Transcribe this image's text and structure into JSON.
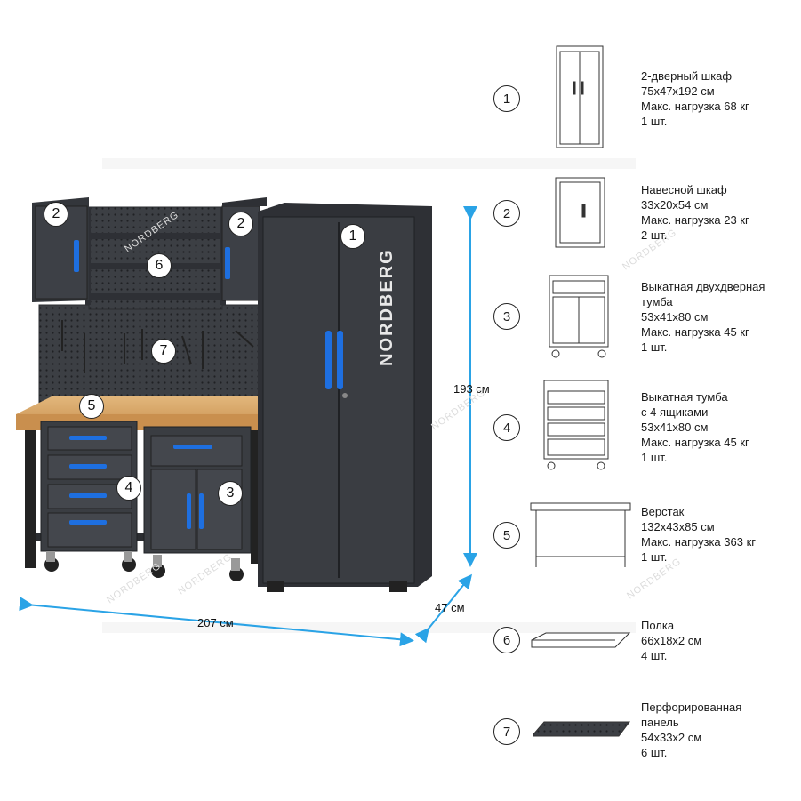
{
  "brand": "NORDBERG",
  "watermark": "NORDBERG",
  "callouts": [
    "1",
    "2",
    "2",
    "3",
    "4",
    "5",
    "6",
    "7"
  ],
  "dimensions": {
    "height": "193 см",
    "width": "207 см",
    "depth": "47 см"
  },
  "legend": [
    {
      "num": "1",
      "lines": [
        "2-дверный шкаф",
        "75x47x192 см",
        "Макс. нагрузка 68 кг",
        "1 шт."
      ],
      "icon": "cabinet-icon"
    },
    {
      "num": "2",
      "lines": [
        "Навесной шкаф",
        "33x20x54 см",
        "Макс. нагрузка 23 кг",
        "2 шт."
      ],
      "icon": "wall-cabinet-icon"
    },
    {
      "num": "3",
      "lines": [
        "Выкатная двухдверная",
        "тумба",
        "53x41x80 см",
        "Макс. нагрузка 45 кг",
        "1 шт."
      ],
      "icon": "rolling-cabinet-icon"
    },
    {
      "num": "4",
      "lines": [
        "Выкатная тумба",
        "с 4 ящиками",
        "53x41x80 см",
        "Макс. нагрузка 45 кг",
        "1 шт."
      ],
      "icon": "drawer-cabinet-icon"
    },
    {
      "num": "5",
      "lines": [
        "Верстак",
        "132x43x85 см",
        "Макс. нагрузка 363 кг",
        "1 шт."
      ],
      "icon": "workbench-icon"
    },
    {
      "num": "6",
      "lines": [
        "Полка",
        "66x18x2 см",
        "4 шт."
      ],
      "icon": "shelf-icon"
    },
    {
      "num": "7",
      "lines": [
        "Перфорированная",
        "панель",
        "54x33x2 см",
        "6 шт."
      ],
      "icon": "pegboard-icon"
    }
  ],
  "colors": {
    "body": "#3a3d42",
    "accent": "#1e6fe0",
    "wood": "#d9a86a",
    "dimension": "#2aa3e6"
  }
}
